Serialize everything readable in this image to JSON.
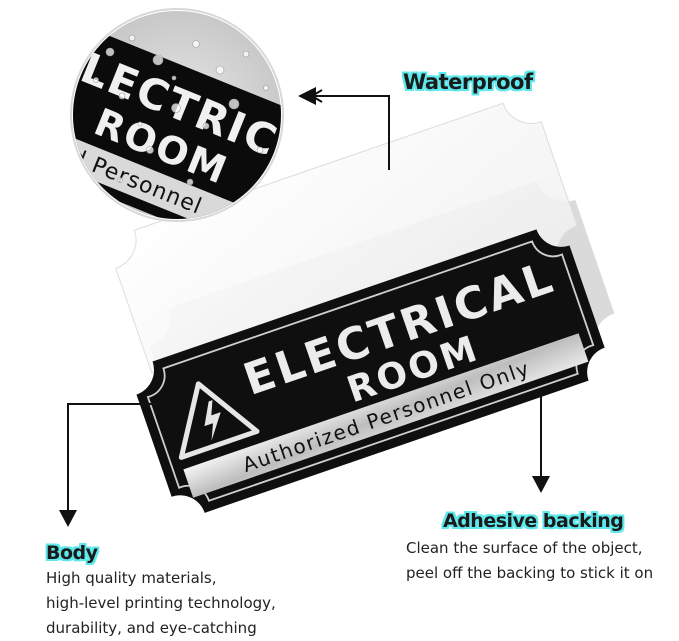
{
  "sign": {
    "title_line1": "ELECTRICAL",
    "title_line2": "ROOM",
    "subtitle": "Authorized Personnel Only"
  },
  "zoom": {
    "title_line1": "ELECTRIC",
    "title_line2": "ROOM",
    "subtitle": "rized Personnel"
  },
  "callouts": {
    "waterproof": {
      "title": "Waterproof"
    },
    "adhesive": {
      "title": "Adhesive backing",
      "lines": [
        "Clean the surface of the object,",
        "peel off the backing to stick it on"
      ]
    },
    "body": {
      "title": "Body",
      "lines": [
        "High quality materials,",
        "high-level printing technology,",
        "durability, and eye-catching"
      ]
    }
  },
  "colors": {
    "accent": "#5de8ec",
    "sign_black": "#0f0f0f",
    "sign_silver": "#c8c8c8"
  },
  "icons": {
    "warning": "lightning-warning-triangle"
  }
}
